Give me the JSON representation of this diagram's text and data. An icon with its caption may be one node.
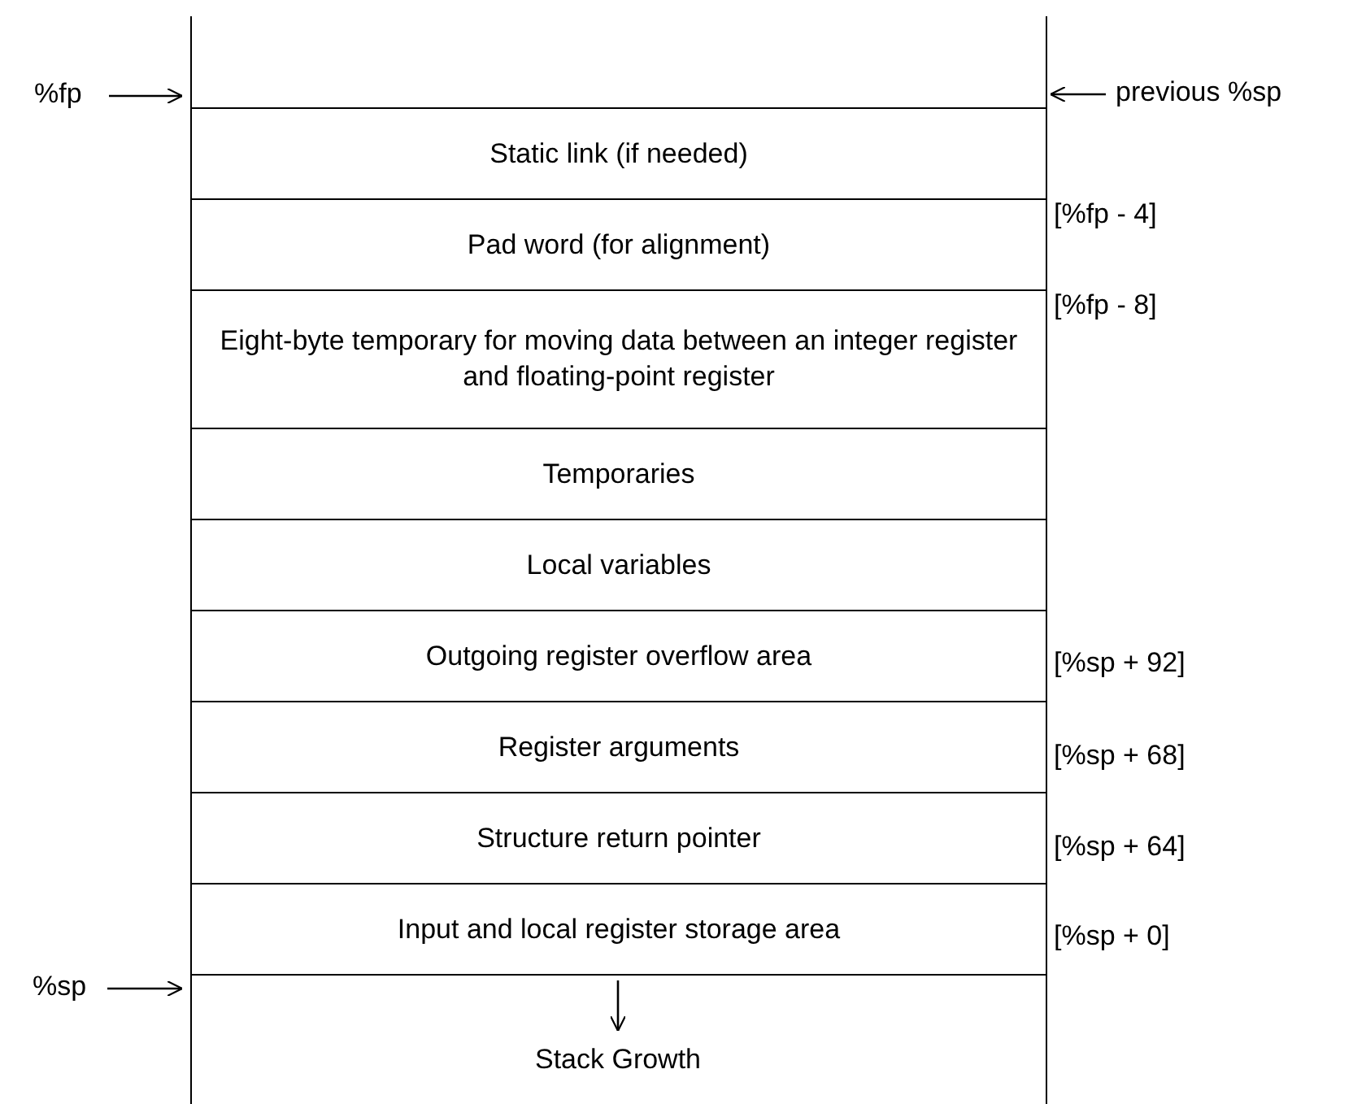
{
  "diagram": {
    "nodes": [
      {
        "text": [
          "Static link (if needed)"
        ]
      },
      {
        "text": [
          "Pad word (for alignment)"
        ]
      },
      {
        "text": [
          "Eight-byte temporary for moving data between an integer register and floating-point register"
        ]
      },
      {
        "text": [
          "Temporaries"
        ]
      },
      {
        "text": [
          "Local variables"
        ]
      },
      {
        "text": [
          "Outgoing register overflow area"
        ]
      },
      {
        "text": [
          "Register arguments"
        ]
      },
      {
        "text": [
          "Structure return pointer"
        ]
      },
      {
        "text": [
          "Input and local register storage area"
        ]
      },
      {
        "text": [
          "%fp"
        ]
      },
      {
        "text": [
          "previous %sp"
        ]
      },
      {
        "text": [
          "%sp"
        ]
      }
    ],
    "edges": [
      {
        "from": 9,
        "to": 0,
        "arrow": "to"
      },
      {
        "from": 10,
        "to": 0,
        "arrow": "to"
      },
      {
        "from": 11,
        "to": 8,
        "arrow": "to"
      }
    ],
    "labels": [
      "[%fp - 4]",
      "[%fp - 8]",
      "[%sp + 92]",
      "[%sp + 68]",
      "[%sp + 64]",
      "[%sp + 0]",
      "Stack Growth"
    ]
  }
}
